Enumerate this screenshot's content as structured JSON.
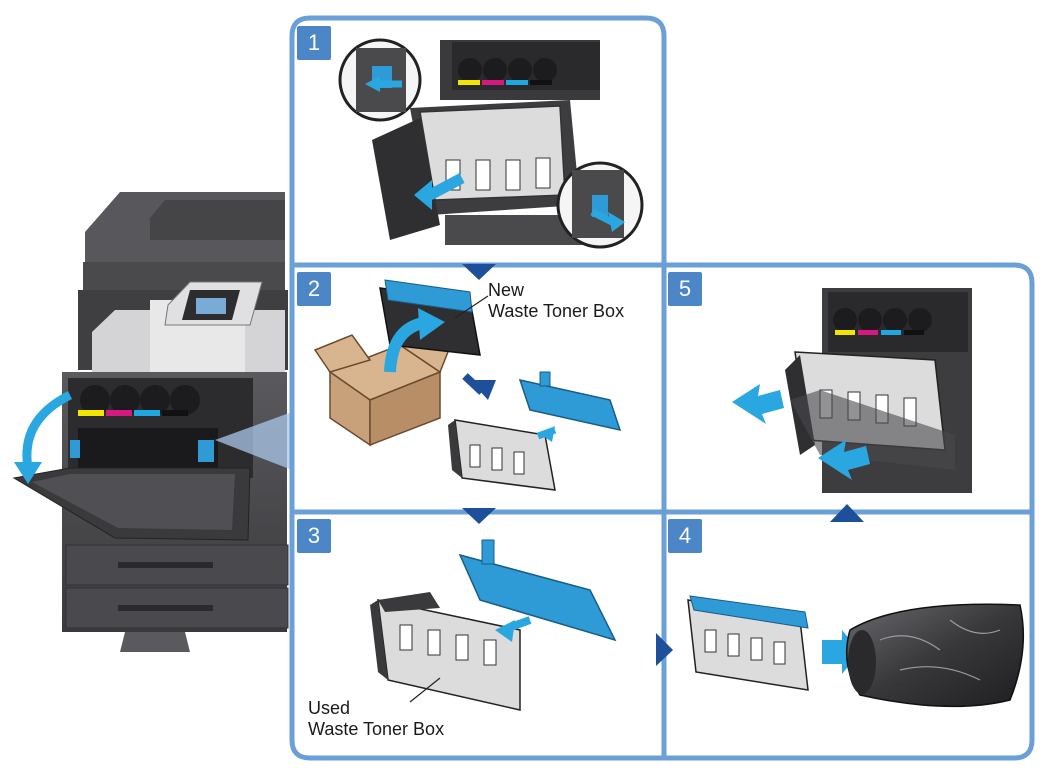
{
  "steps": [
    {
      "number": "1"
    },
    {
      "number": "2"
    },
    {
      "number": "3"
    },
    {
      "number": "4"
    },
    {
      "number": "5"
    }
  ],
  "labels": {
    "new_box_line1": "New",
    "new_box_line2": "Waste Toner Box",
    "used_box_line1": "Used",
    "used_box_line2": "Waste Toner Box"
  },
  "colors": {
    "frame_blue": "#6a9fd8",
    "step_badge": "#4d86c6",
    "flow_arrow": "#1d4f9a",
    "action_arrow": "#2aa7e0",
    "part_blue": "#2e9bd6",
    "machine_dark": "#4a4a4c",
    "machine_mid": "#66666a",
    "machine_light": "#d9d9d9",
    "cardboard": "#c8a07a",
    "toner_yellow": "#f2e600",
    "toner_magenta": "#d6197e",
    "toner_cyan": "#1fa8e0"
  },
  "icons": [
    "flow-down-arrow",
    "flow-up-arrow",
    "flow-right-arrow",
    "push-arrow",
    "pull-arrow",
    "rotate-arrow"
  ]
}
